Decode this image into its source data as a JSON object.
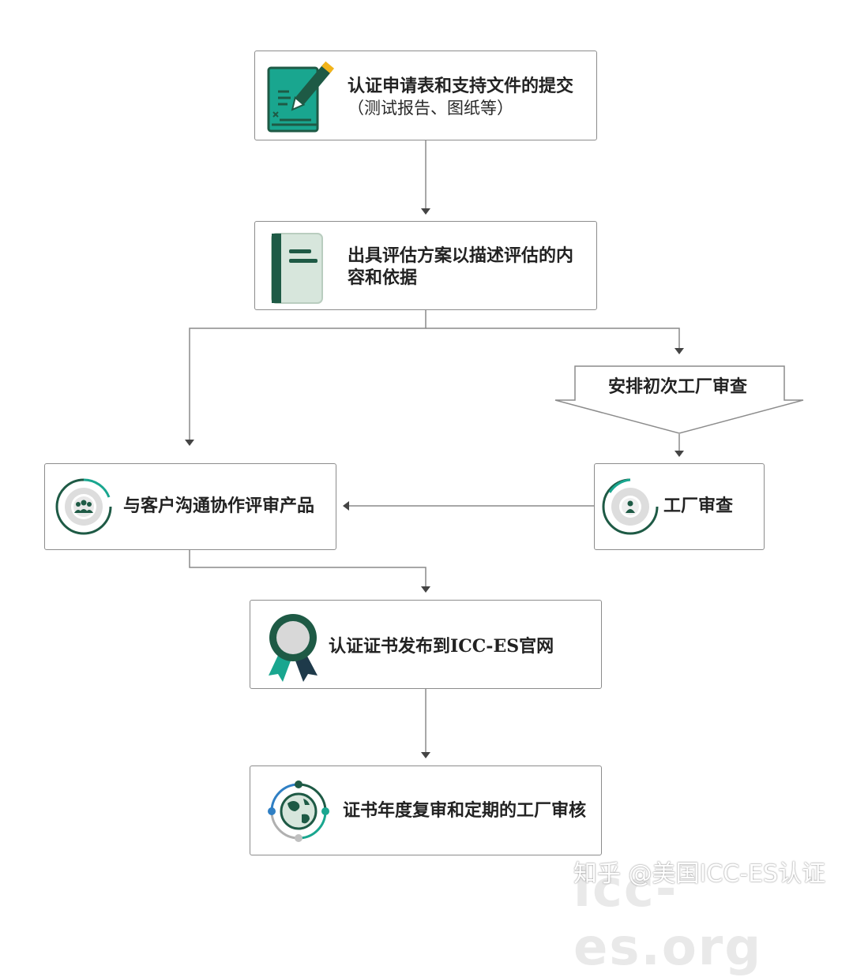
{
  "steps": {
    "submit": {
      "title": "认证申请表和支持文件的提交",
      "subtitle": "（测试报告、图纸等）"
    },
    "plan": {
      "line1": "出具评估方案以描述评估的内",
      "line2": "容和依据"
    },
    "schedule": {
      "label": "安排初次工厂审查"
    },
    "collaborate": {
      "label": "与客户沟通协作评审产品"
    },
    "audit": {
      "label": "工厂审查"
    },
    "publish": {
      "label": "认证证书发布到ICC-ES官网"
    },
    "renew": {
      "label": "证书年度复审和定期的工厂审核"
    }
  },
  "watermark": {
    "text": "知乎 @美国ICC-ES认证",
    "background_text": "icc-es.org"
  },
  "colors": {
    "teal": "#19a68f",
    "dark_green": "#1e5a45",
    "mint": "#d7e6dc",
    "connector": "#8a8a8a",
    "arrowhead": "#444444"
  }
}
